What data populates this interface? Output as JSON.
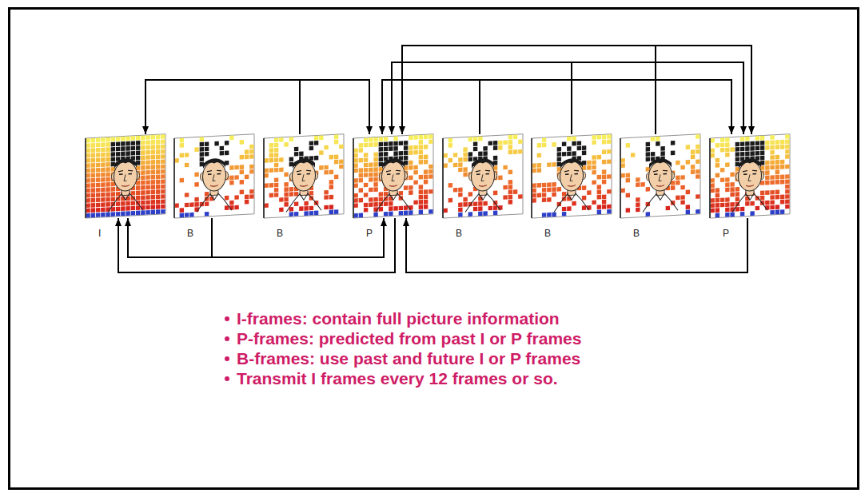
{
  "diagram": {
    "nodes": [
      {
        "text": [
          "I"
        ]
      },
      {
        "text": [
          "B"
        ]
      },
      {
        "text": [
          "B"
        ]
      },
      {
        "text": [
          "P"
        ]
      },
      {
        "text": [
          "B"
        ]
      },
      {
        "text": [
          "B"
        ]
      },
      {
        "text": [
          "B"
        ]
      },
      {
        "text": [
          "P"
        ]
      }
    ],
    "edges": [
      {
        "from": 2,
        "to": 0,
        "arrow": "to"
      },
      {
        "from": 2,
        "to": 3,
        "arrow": "to"
      },
      {
        "from": 4,
        "to": 3,
        "arrow": "to"
      },
      {
        "from": 4,
        "to": 7,
        "arrow": "to"
      },
      {
        "from": 5,
        "to": 3,
        "arrow": "to"
      },
      {
        "from": 5,
        "to": 7,
        "arrow": "to"
      },
      {
        "from": 6,
        "to": 3,
        "arrow": "to"
      },
      {
        "from": 6,
        "to": 7,
        "arrow": "to"
      },
      {
        "from": 1,
        "to": 0,
        "arrow": "to"
      },
      {
        "from": 1,
        "to": 3,
        "arrow": "to"
      },
      {
        "from": 3,
        "to": 0,
        "arrow": "to"
      },
      {
        "from": 7,
        "to": 3,
        "arrow": "to"
      }
    ],
    "labels": [
      "I-frames: contain full picture information",
      "P-frames: predicted from past I or P frames",
      "B-frames: use past and future I or P frames",
      "Transmit I frames every 12 frames or so."
    ]
  }
}
